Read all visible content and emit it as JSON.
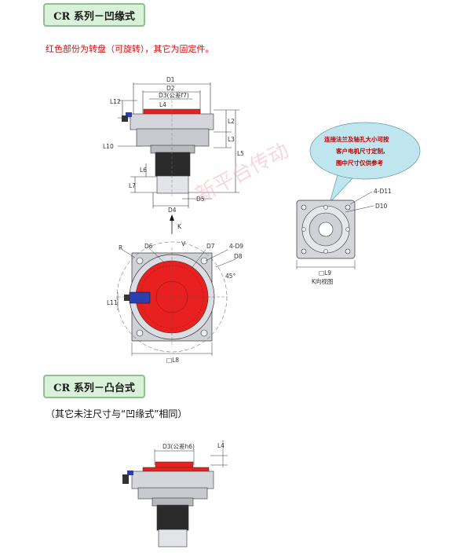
{
  "section1": {
    "title": "CR 系列－凹缘式",
    "note": "红色部份为转盘（可旋转），其它为固定件。"
  },
  "section2": {
    "title": "CR 系列－凸台式",
    "note": "（其它未注尺寸与“凹缘式”相同）"
  },
  "side_view_labels": {
    "D1": "D1",
    "D2": "D2",
    "D3": "D3(公差f7)",
    "L4": "L4",
    "L12": "L12",
    "L2": "L2",
    "L3": "L3",
    "L5": "L5",
    "L10": "L10",
    "L6": "L6",
    "L7": "L7",
    "D4": "D4",
    "D5": "D5",
    "K": "K"
  },
  "top_view_labels": {
    "R": "R",
    "D6": "D6",
    "V": "V",
    "D7": "D7",
    "4D9": "4-D9",
    "D8": "D8",
    "angle": "45°",
    "L11": "L11",
    "L8": "□L8"
  },
  "k_view_labels": {
    "D11": "4-D11",
    "D10": "D10",
    "L9": "□L9",
    "caption": "K向视图"
  },
  "bubble": {
    "line1": "连接法兰及轴孔大小可按",
    "line2": "客户电机尺寸定制,",
    "line3": "图中尺寸仅供参考"
  },
  "bottom_view_labels": {
    "D3": "D3(公差h6)",
    "L4": "L4"
  },
  "watermark": "新平台传动",
  "colors": {
    "accent_red": "#e82020",
    "title_bg": "#d8f1d8",
    "bubble_bg": "#bfe6ee",
    "motor_blue": "#2a3fb0"
  }
}
